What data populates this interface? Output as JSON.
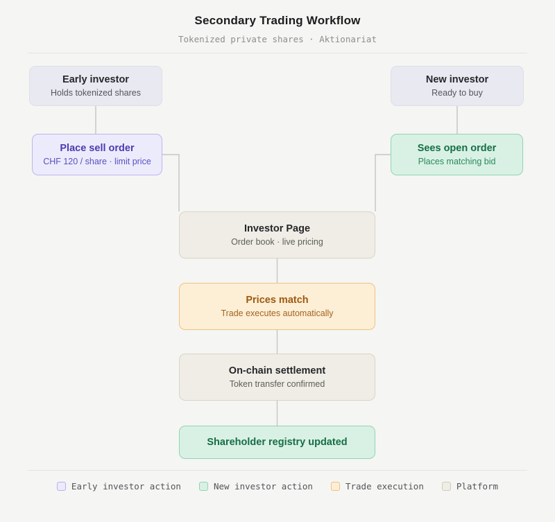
{
  "header": {
    "title": "Secondary Trading Workflow",
    "subtitle": "Tokenized private shares · Aktionariat"
  },
  "nodes": {
    "early_investor": {
      "title": "Early investor",
      "subtitle": "Holds tokenized shares"
    },
    "new_investor": {
      "title": "New investor",
      "subtitle": "Ready to buy"
    },
    "place_sell_order": {
      "title": "Place sell order",
      "subtitle": "CHF 120 / share · limit price"
    },
    "sees_open_order": {
      "title": "Sees open order",
      "subtitle": "Places matching bid"
    },
    "investor_page": {
      "title": "Investor Page",
      "subtitle": "Order book · live pricing"
    },
    "prices_match": {
      "title": "Prices match",
      "subtitle": "Trade executes automatically"
    },
    "onchain_settlement": {
      "title": "On-chain settlement",
      "subtitle": "Token transfer confirmed"
    },
    "registry_updated": {
      "title": "Shareholder registry updated"
    }
  },
  "legend": {
    "items": [
      {
        "label": "Early investor action",
        "fill": "#ecebfb",
        "border": "#b9aef0"
      },
      {
        "label": "New investor action",
        "fill": "#d9f1e4",
        "border": "#8fd4b2"
      },
      {
        "label": "Trade execution",
        "fill": "#fdeed6",
        "border": "#eec27c"
      },
      {
        "label": "Platform",
        "fill": "#efede5",
        "border": "#cfcabc"
      }
    ]
  },
  "colors": {
    "background": "#f5f5f3",
    "connector": "#c7c7c3",
    "neutral_fill": "#e9e9f1",
    "purple_fill": "#ecebfb",
    "purple_border": "#bfb4f1",
    "purple_text": "#4a3cb0",
    "green_fill": "#d9f1e4",
    "green_border": "#90d5b3",
    "green_text": "#156e46",
    "beige_fill": "#efede5",
    "beige_border": "#d9d4c7",
    "orange_fill": "#fdeed6",
    "orange_border": "#efc37e",
    "orange_text": "#9c5a10"
  }
}
